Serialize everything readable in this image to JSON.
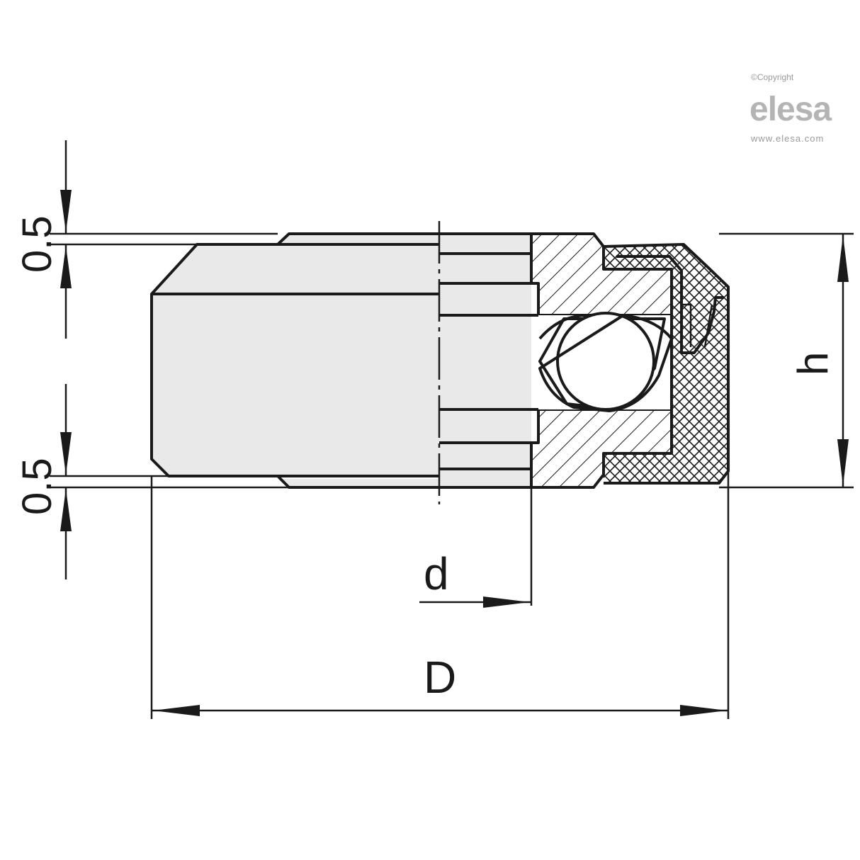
{
  "labels": {
    "top_offset": "0.5",
    "bottom_offset": "0.5",
    "height": "h",
    "bore": "d",
    "outer_diameter": "D"
  },
  "watermark": {
    "copyright": "©Copyright",
    "logo": "elesa",
    "url": "www.elesa.com"
  },
  "colors": {
    "line": "#1a1a1a",
    "body_fill": "#e9e9e9",
    "section_fill": "#ffffff",
    "watermark": "#9a9a9a"
  }
}
